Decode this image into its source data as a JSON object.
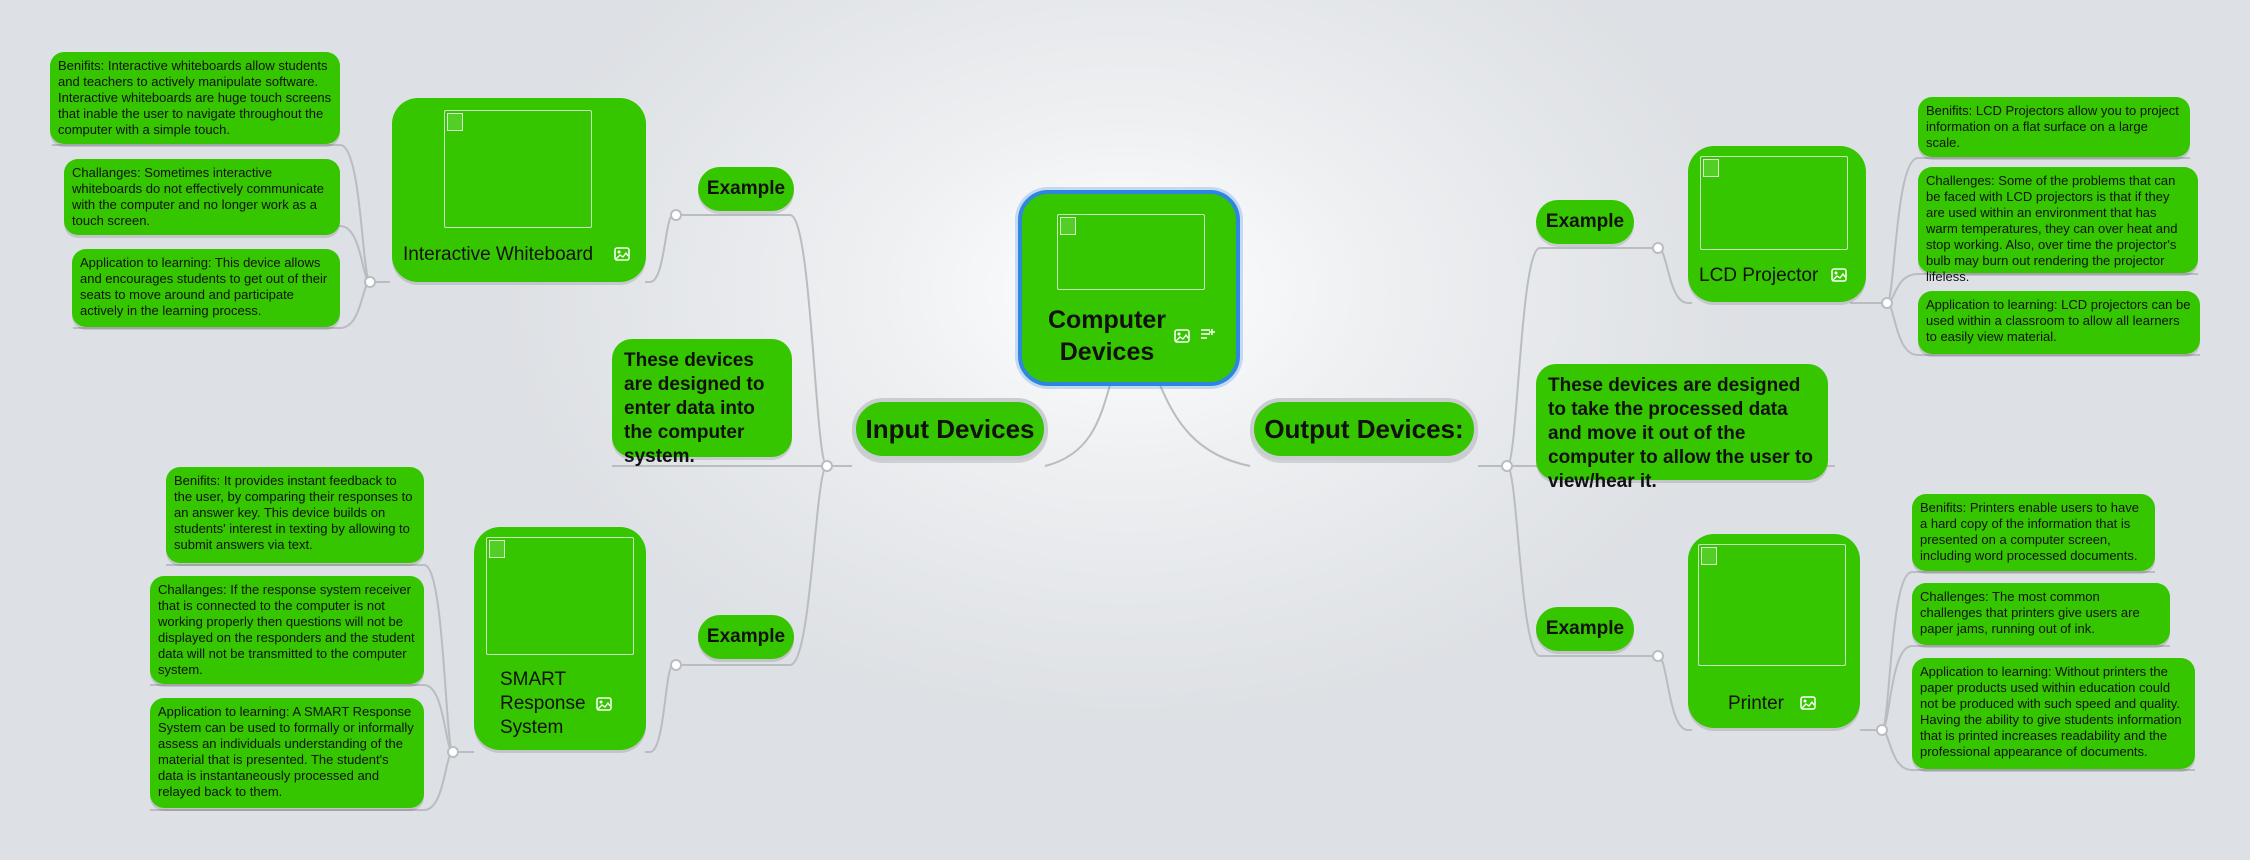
{
  "central": {
    "title": "Computer Devices"
  },
  "input": {
    "title": "Input Devices",
    "description": "These devices are designed to enter data into the computer system.",
    "example_label": "Example",
    "whiteboard": {
      "label": "Interactive Whiteboard",
      "benefits": "Benifits: Interactive whiteboards allow students and teachers to actively manipulate software. Interactive whiteboards are huge touch screens that inable the user to navigate throughout the computer with a simple touch.",
      "challenges": "Challanges: Sometimes interactive whiteboards do not effectively communicate with the computer and no longer work as a touch screen.",
      "application": "Application to learning: This device allows and encourages students to get out of their seats to move around and participate actively in the learning process."
    },
    "smart": {
      "label": "SMART Response System",
      "benefits": "Benifits: It provides instant feedback to the user, by comparing their responses to an answer key. This device builds on students' interest in texting by allowing to submit answers via text.",
      "challenges": "Challanges: If the response system receiver that is connected to the computer is not working properly then questions will not be displayed on the responders and the student data will not be transmitted to the computer system.",
      "application": "Application to learning: A SMART Response System can be used to formally or informally assess an individuals understanding of the material that is presented. The student's data is instantaneously processed and relayed back to them."
    }
  },
  "output": {
    "title": "Output Devices:",
    "description": "These devices are designed to take the processed data and move it out of the computer to allow the user to view/hear it.",
    "example_label": "Example",
    "projector": {
      "label": "LCD Projector",
      "benefits": "Benifits: LCD Projectors allow you to project information on a flat surface on a large scale.",
      "challenges": "Challenges: Some of the problems that can be faced with LCD projectors is that if they are used within an environment that has warm temperatures, they can over heat and stop working. Also, over time the projector's bulb may burn out rendering the projector lifeless.",
      "application": "Application to learning: LCD projectors can be used within a classroom to allow all learners to easily view material."
    },
    "printer": {
      "label": "Printer",
      "benefits": "Benifits: Printers enable users to have a hard copy of the information that is presented on a computer screen, including word processed documents.",
      "challenges": "Challenges: The most common challenges that printers give users are paper jams, running out of ink.",
      "application": "Application to learning: Without printers the paper products used within education could not be produced with such speed and quality. Having the ability to give students information that is printed increases readability and the professional appearance of documents."
    }
  },
  "icons": {
    "image": "image-icon",
    "notes": "notes-icon"
  },
  "colors": {
    "node": "#35c600",
    "central_border": "#2f86e0",
    "connector": "#b9bcc0"
  }
}
